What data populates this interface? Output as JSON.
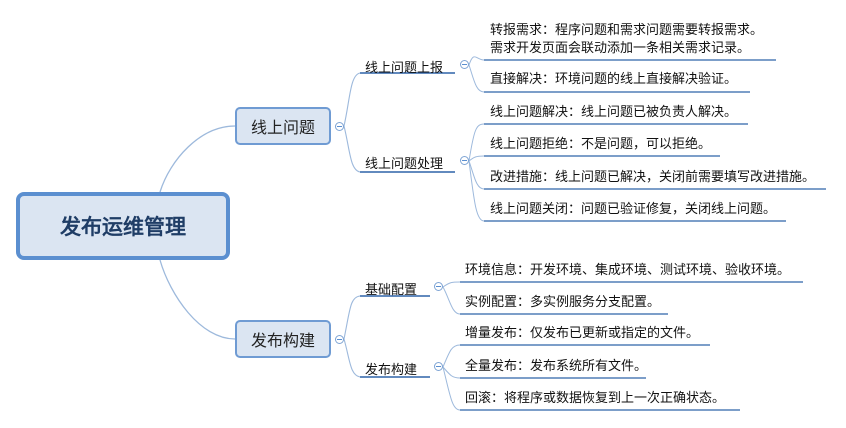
{
  "root": {
    "label": "发布运维管理"
  },
  "branches": [
    {
      "label": "线上问题",
      "children": [
        {
          "label": "线上问题上报",
          "leaves": [
            {
              "lines": [
                "转报需求：程序问题和需求问题需要转报需求。",
                "需求开发页面会联动添加一条相关需求记录。"
              ]
            },
            {
              "lines": [
                "直接解决：环境问题的线上直接解决验证。"
              ]
            }
          ]
        },
        {
          "label": "线上问题处理",
          "leaves": [
            {
              "lines": [
                "线上问题解决：线上问题已被负责人解决。"
              ]
            },
            {
              "lines": [
                "线上问题拒绝：不是问题，可以拒绝。"
              ]
            },
            {
              "lines": [
                "改进措施：线上问题已解决，关闭前需要填写改进措施。"
              ]
            },
            {
              "lines": [
                "线上问题关闭：问题已验证修复，关闭线上问题。"
              ]
            }
          ]
        }
      ]
    },
    {
      "label": "发布构建",
      "children": [
        {
          "label": "基础配置",
          "leaves": [
            {
              "lines": [
                "环境信息：开发环境、集成环境、测试环境、验收环境。"
              ]
            },
            {
              "lines": [
                "实例配置：多实例服务分支配置。"
              ]
            }
          ]
        },
        {
          "label": "发布构建",
          "leaves": [
            {
              "lines": [
                "增量发布：仅发布已更新或指定的文件。"
              ]
            },
            {
              "lines": [
                "全量发布：发布系统所有文件。"
              ]
            },
            {
              "lines": [
                "回滚：将程序或数据恢复到上一次正确状态。"
              ]
            }
          ]
        }
      ]
    }
  ],
  "colors": {
    "line": "#9db9dc",
    "underline": "#2f64a9"
  }
}
